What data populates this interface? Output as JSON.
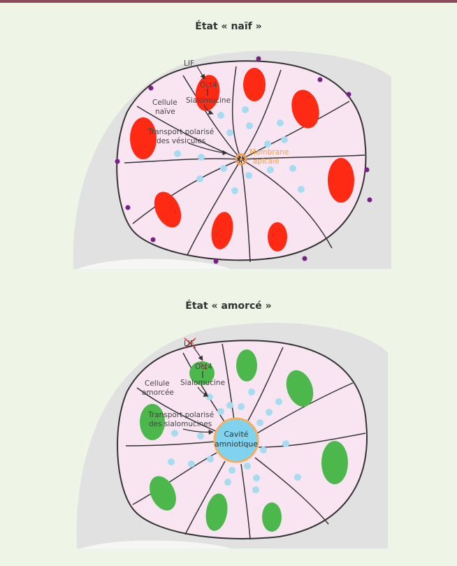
{
  "naive_panel": {
    "title": "État « naïf »",
    "lif": "LIF",
    "oct4": "Oct4",
    "sialomucine": "Sialomucine",
    "cell_label_1": "Cellule",
    "cell_label_2": "naïve",
    "transport_1": "Transport polarisé",
    "transport_2": "des vésicules",
    "apical_1": "Membrane",
    "apical_2": "apicale",
    "colors": {
      "nucleus": "#ff2a14",
      "vesicle": "#a6dcf0",
      "lif_dot": "#7a1f8a",
      "apical": "#f0a050"
    }
  },
  "primed_panel": {
    "title": "État « amorcé »",
    "lif": "LIF",
    "oct4": "Oct4",
    "sialomucine": "Sialomucine",
    "cell_label_1": "Cellule",
    "cell_label_2": "amorcée",
    "transport_1": "Transport polarisé",
    "transport_2": "des sialomucines",
    "cavity_1": "Cavité",
    "cavity_2": "amniotique",
    "colors": {
      "nucleus": "#4cb84c",
      "vesicle": "#a6dcf0",
      "cavity": "#7fd3ee",
      "cavity_rim": "#f0b060",
      "cross": "#d02020"
    }
  },
  "colors": {
    "background": "#eef4e6",
    "dome": "#e0e1e0",
    "cell": "#f9e4f2",
    "outline": "#333333"
  }
}
